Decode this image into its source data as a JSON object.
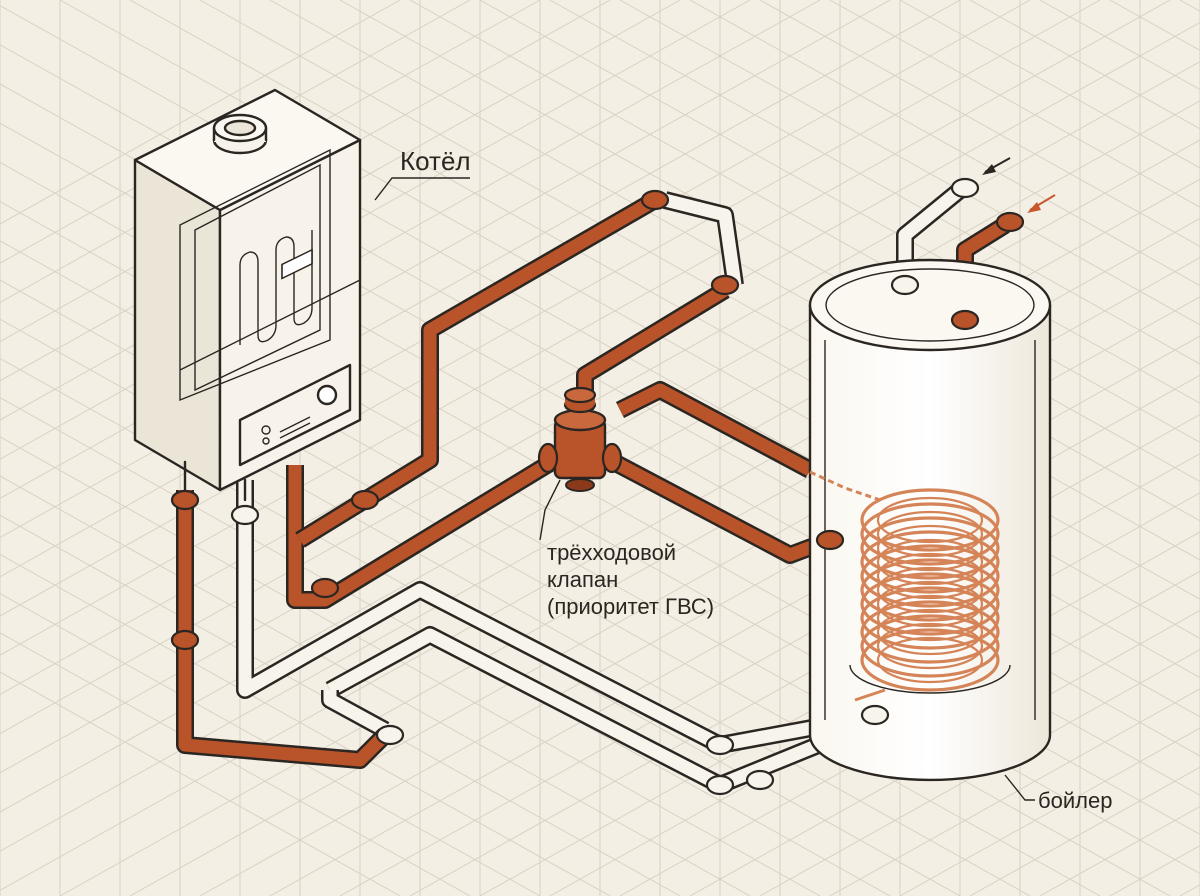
{
  "labels": {
    "boiler": "Котёл",
    "valve_line1": "трёхходовой",
    "valve_line2": "клапан",
    "valve_line3": "(приоритет ГВС)",
    "tank": "бойлер"
  },
  "colors": {
    "background": "#f4efe4",
    "copper": "#b8532a",
    "copper_dark": "#8a3a1b",
    "white_pipe": "#f7f4ec",
    "outline": "#2b2622",
    "coil": "#d58458",
    "arrow_cold": "#2b2622",
    "arrow_hot": "#c8582c"
  },
  "icons": [
    "arrow-in-cold-icon",
    "arrow-in-hot-icon",
    "three-way-valve-icon",
    "heater-element-icon",
    "display-icon"
  ]
}
